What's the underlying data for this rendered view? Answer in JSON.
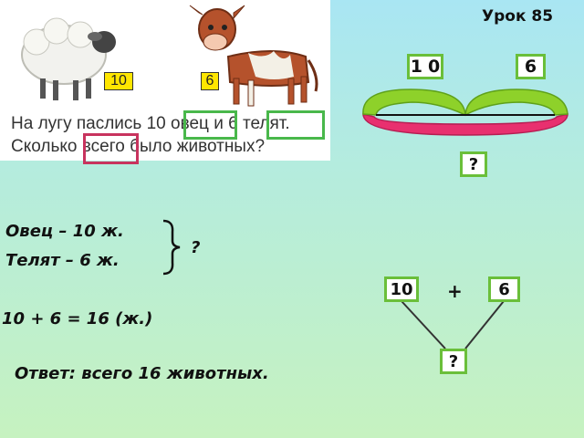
{
  "lesson": {
    "title": "Урок  85"
  },
  "picture": {
    "sheep_count_label": "10",
    "calves_count_label": "6",
    "problem_line1_a": "На лугу паслись 10 ",
    "problem_line1_b": "овец",
    "problem_line1_c": " и 6 ",
    "problem_line1_d": "телят.",
    "problem_line2_a": "Сколько ",
    "problem_line2_b": "всего",
    "problem_line2_c": " было животных?"
  },
  "bracket_scheme": {
    "left": "10",
    "right": "6",
    "total": "?"
  },
  "condition": {
    "line1": "Овец – 10 ж.",
    "line2": "Телят – 6 ж.",
    "question": "?"
  },
  "tree_scheme": {
    "left": "10",
    "operator": "+",
    "right": "6",
    "result": "?"
  },
  "solution": {
    "expression": "10 + 6 = 16 (ж.)",
    "answer": "Ответ: всего 16 животных."
  }
}
